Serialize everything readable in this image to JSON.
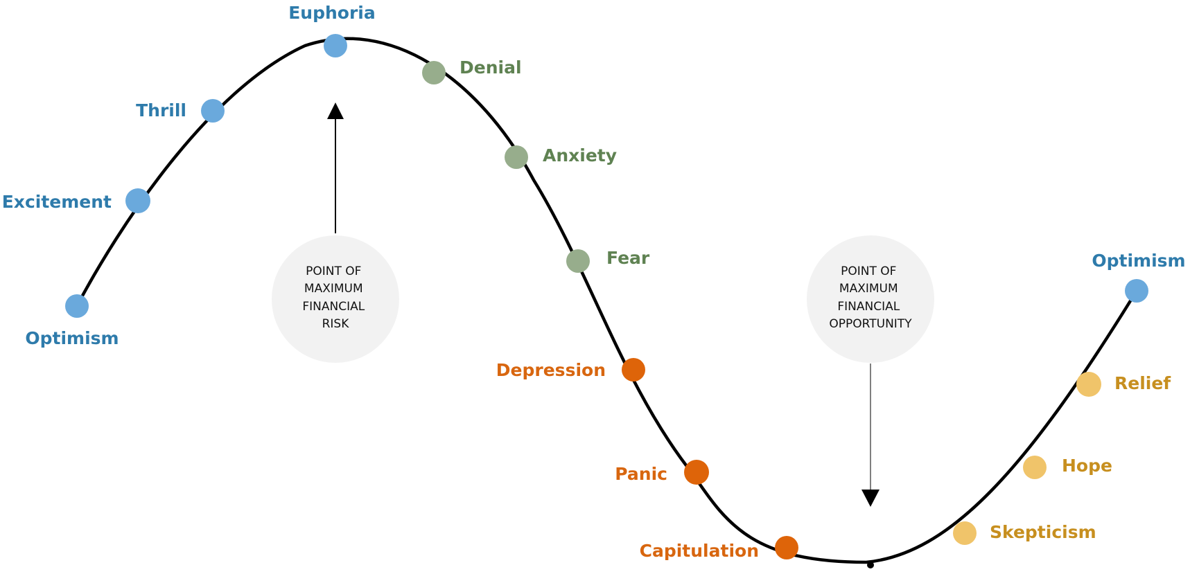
{
  "colors": {
    "blue_dot": "#6aa9dc",
    "blue_text": "#2e7bab",
    "green_dot": "#97ad8c",
    "green_text": "#5f8252",
    "orange_dot": "#de6409",
    "orange_text": "#d8660f",
    "yellow_dot": "#f0c46a",
    "yellow_text": "#c78f1f",
    "curve": "#000000",
    "callout_fill": "#f2f2f2"
  },
  "stages": [
    {
      "id": "optimism-start",
      "label": "Optimism",
      "group": "blue"
    },
    {
      "id": "excitement",
      "label": "Excitement",
      "group": "blue"
    },
    {
      "id": "thrill",
      "label": "Thrill",
      "group": "blue"
    },
    {
      "id": "euphoria",
      "label": "Euphoria",
      "group": "blue"
    },
    {
      "id": "denial",
      "label": "Denial",
      "group": "green"
    },
    {
      "id": "anxiety",
      "label": "Anxiety",
      "group": "green"
    },
    {
      "id": "fear",
      "label": "Fear",
      "group": "green"
    },
    {
      "id": "depression",
      "label": "Depression",
      "group": "orange"
    },
    {
      "id": "panic",
      "label": "Panic",
      "group": "orange"
    },
    {
      "id": "capitulation",
      "label": "Capitulation",
      "group": "orange"
    },
    {
      "id": "skepticism",
      "label": "Skepticism",
      "group": "yellow"
    },
    {
      "id": "hope",
      "label": "Hope",
      "group": "yellow"
    },
    {
      "id": "relief",
      "label": "Relief",
      "group": "yellow"
    },
    {
      "id": "optimism-end",
      "label": "Optimism",
      "group": "blue"
    }
  ],
  "callouts": {
    "risk": [
      "POINT OF",
      "MAXIMUM",
      "FINANCIAL",
      "RISK"
    ],
    "opportunity": [
      "POINT OF",
      "MAXIMUM",
      "FINANCIAL",
      "OPPORTUNITY"
    ]
  }
}
